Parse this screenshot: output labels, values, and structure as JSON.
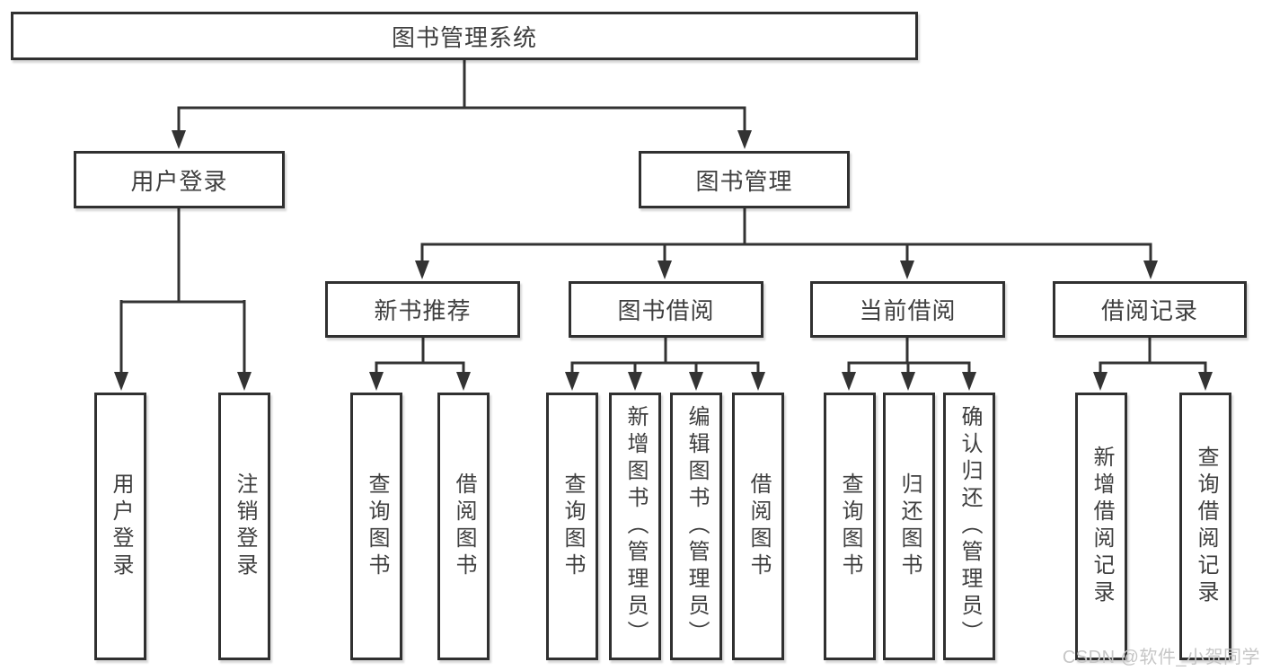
{
  "tree": {
    "label": "图书管理系统",
    "children": [
      {
        "label": "用户登录",
        "children": [
          {
            "label": "用户登录"
          },
          {
            "label": "注销登录"
          }
        ]
      },
      {
        "label": "图书管理",
        "children": [
          {
            "label": "新书推荐",
            "children": [
              {
                "label": "查询图书"
              },
              {
                "label": "借阅图书"
              }
            ]
          },
          {
            "label": "图书借阅",
            "children": [
              {
                "label": "查询图书"
              },
              {
                "label": "新增图书（管理员）"
              },
              {
                "label": "编辑图书（管理员）"
              },
              {
                "label": "借阅图书"
              }
            ]
          },
          {
            "label": "当前借阅",
            "children": [
              {
                "label": "查询图书"
              },
              {
                "label": "归还图书"
              },
              {
                "label": "确认归还（管理员）"
              }
            ]
          },
          {
            "label": "借阅记录",
            "children": [
              {
                "label": "新增借阅记录"
              },
              {
                "label": "查询借阅记录"
              }
            ]
          }
        ]
      }
    ]
  },
  "watermark": {
    "text": "CSDN @软件_小贺同学"
  },
  "colors": {
    "line": "#333333",
    "box_border": "#303030",
    "text": "#3f3f3f",
    "watermark": "#c6c6c6",
    "background": "#ffffff"
  }
}
